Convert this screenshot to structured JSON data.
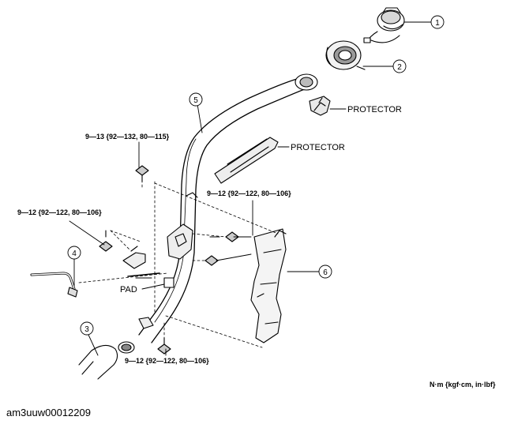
{
  "diagram": {
    "items": [
      {
        "number": "1"
      },
      {
        "number": "2"
      },
      {
        "number": "3"
      },
      {
        "number": "4"
      },
      {
        "number": "5"
      },
      {
        "number": "6"
      }
    ],
    "labels": {
      "protector_upper": "PROTECTOR",
      "protector_lower": "PROTECTOR",
      "pad": "PAD"
    },
    "torques": {
      "upper_left": "9—13 {92—132, 80—115}",
      "left": "9—12 {92—122, 80—106}",
      "middle": "9—12 {92—122, 80—106}",
      "bottom": "9—12 {92—122, 80—106}"
    },
    "units": "N·m {kgf·cm, in·lbf}"
  },
  "caption": "am3uuw00012209"
}
